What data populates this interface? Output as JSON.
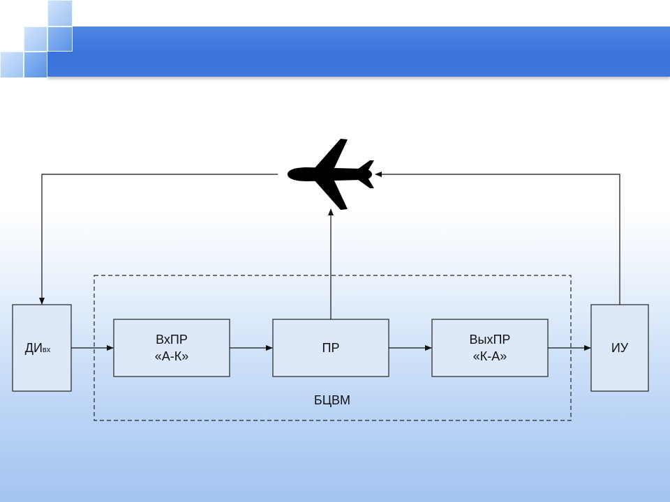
{
  "blocks": {
    "input_sensor": {
      "label": "ДИ",
      "subscript": "вх"
    },
    "input_converter": {
      "line1": "ВхПР",
      "line2": "«А-К»"
    },
    "processor": {
      "label": "ПР"
    },
    "output_converter": {
      "line1": "ВыхПР",
      "line2": "«К-А»"
    },
    "actuator": {
      "label": "ИУ"
    },
    "computer_group": {
      "label": "БЦВМ"
    }
  },
  "icons": {
    "aircraft": "airplane-icon"
  },
  "colors": {
    "header": "#3a74dc",
    "line": "#111111",
    "box_fill": "#dde9f8"
  }
}
